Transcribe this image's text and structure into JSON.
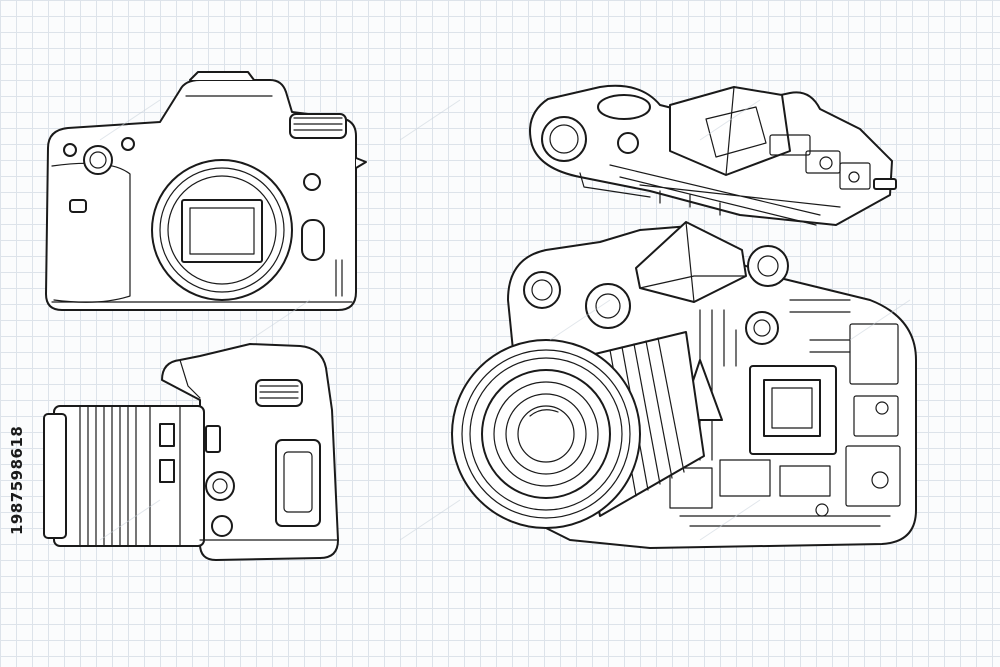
{
  "stock_id": "1987598618",
  "colors": {
    "ink": "#1a1a1a",
    "paper": "#fbfcfd",
    "grid": "#dde3ea"
  },
  "illustrations": [
    {
      "name": "camera-body-front-view"
    },
    {
      "name": "camera-side-view-with-lens"
    },
    {
      "name": "camera-top-view-exploded"
    },
    {
      "name": "camera-cutaway-with-lens"
    }
  ]
}
